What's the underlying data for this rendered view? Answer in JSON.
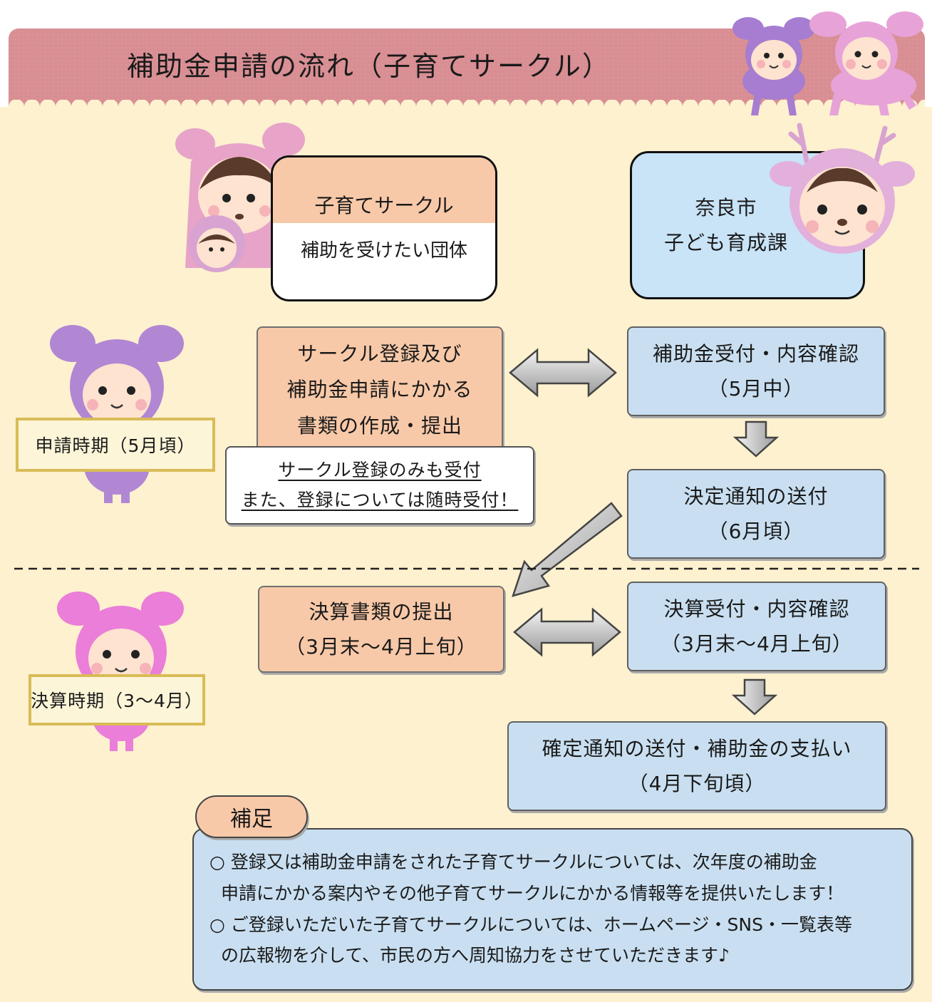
{
  "title": "補助金申請の流れ（子育てサークル）",
  "header_left": {
    "title": "子育てサークル",
    "subtitle": "補助を受けたい団体"
  },
  "header_right": {
    "line1": "奈良市",
    "line2": "子ども育成課"
  },
  "application": {
    "period_label": "申請時期（5月頃）",
    "circle_box": [
      "サークル登録及び",
      "補助金申請にかかる",
      "書類の作成・提出"
    ],
    "circle_note": [
      "サークル登録のみも受付",
      "また、登録については随時受付！"
    ],
    "city_box1": [
      "補助金受付・内容確認",
      "（5月中）"
    ],
    "city_box2": [
      "決定通知の送付",
      "（6月頃）"
    ]
  },
  "settlement": {
    "period_label": "決算時期（3～4月）",
    "circle_box": [
      "決算書類の提出",
      "（3月末～4月上旬）"
    ],
    "city_box1": [
      "決算受付・内容確認",
      "（3月末～4月上旬）"
    ],
    "city_box2": [
      "確定通知の送付・補助金の支払い",
      "（4月下旬頃）"
    ]
  },
  "note": {
    "title": "補足",
    "lines": [
      "○ 登録又は補助金申請をされた子育てサークルについては、次年度の補助金",
      "申請にかかる案内やその他子育てサークルにかかる情報等を提供いたします！",
      "○ ご登録いただいた子育てサークルについては、ホームページ・SNS・一覧表等",
      "の広報物を介して、市民の方へ周知協力をさせていただきます♪"
    ]
  },
  "colors": {
    "banner": "#d88e93",
    "background": "#fdf1cf",
    "orange": "#f8c9a8",
    "blue": "#c9dff1",
    "period_border": "#d9bc57"
  },
  "icons": [
    "deer-mascots-icon",
    "mother-child-mascot-icon",
    "deer-mascot-icon",
    "purple-mascot-icon",
    "pink-mascot-icon"
  ]
}
